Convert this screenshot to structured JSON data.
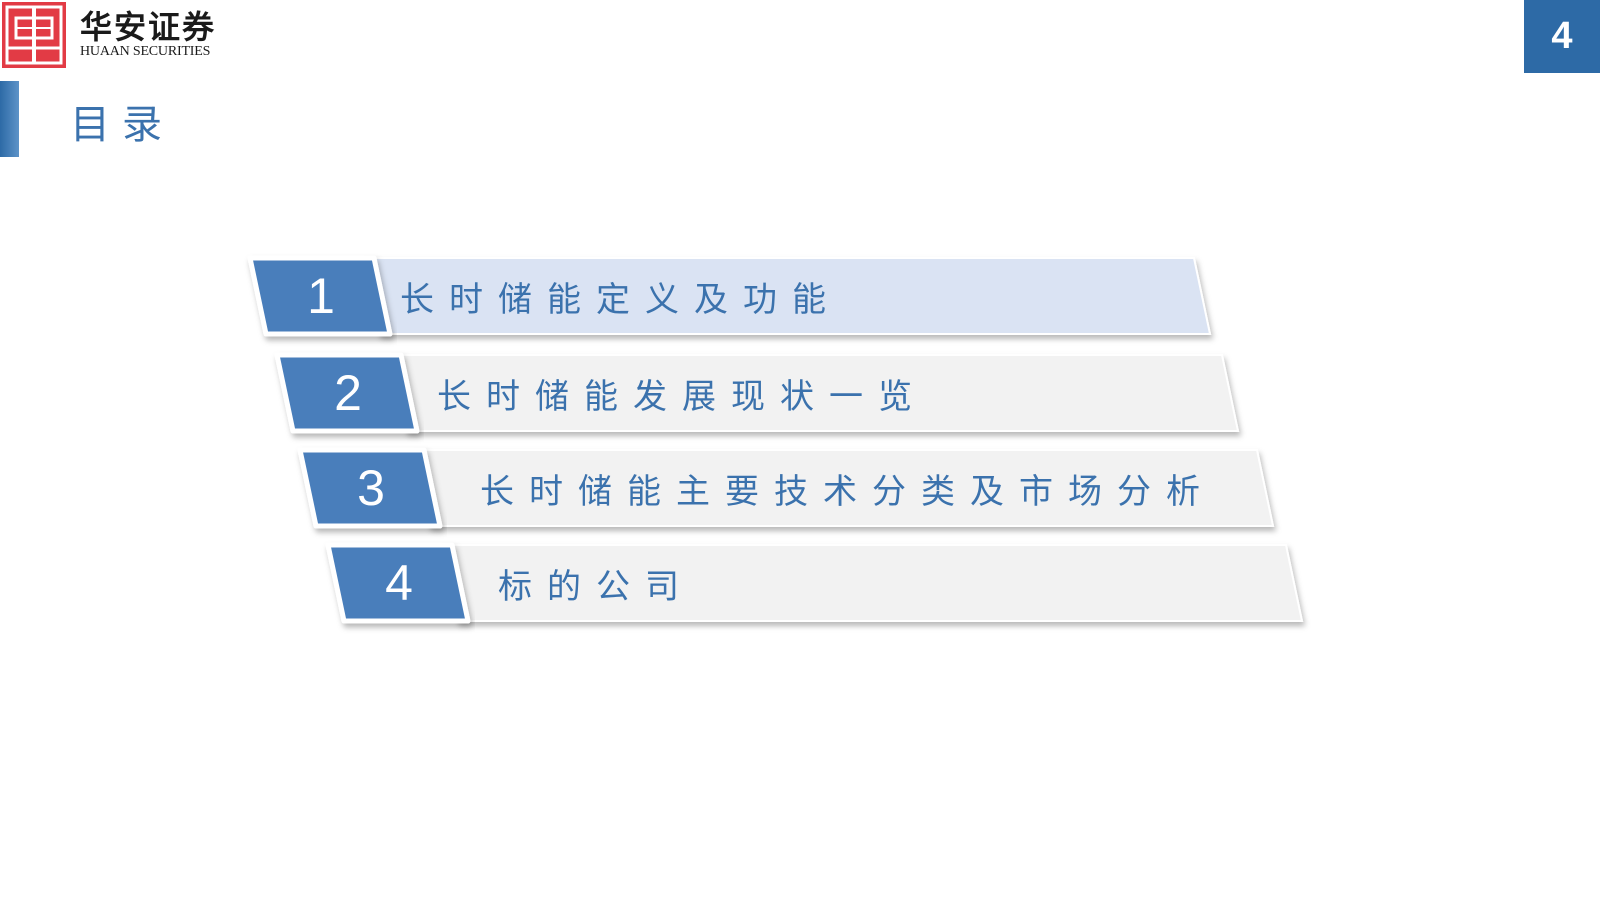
{
  "header": {
    "logo_cn": "华安证券",
    "logo_en": "HUAAN SECURITIES",
    "page_number": "4",
    "brand_red": "#e23b45",
    "accent_blue": "#2d6aa6"
  },
  "title": "目录",
  "toc": {
    "items": [
      {
        "number": "1",
        "label": "长时储能定义及功能",
        "active": true
      },
      {
        "number": "2",
        "label": "长时储能发展现状一览",
        "active": false
      },
      {
        "number": "3",
        "label": "长时储能主要技术分类及市场分析",
        "active": false
      },
      {
        "number": "4",
        "label": "标的公司",
        "active": false
      }
    ]
  }
}
